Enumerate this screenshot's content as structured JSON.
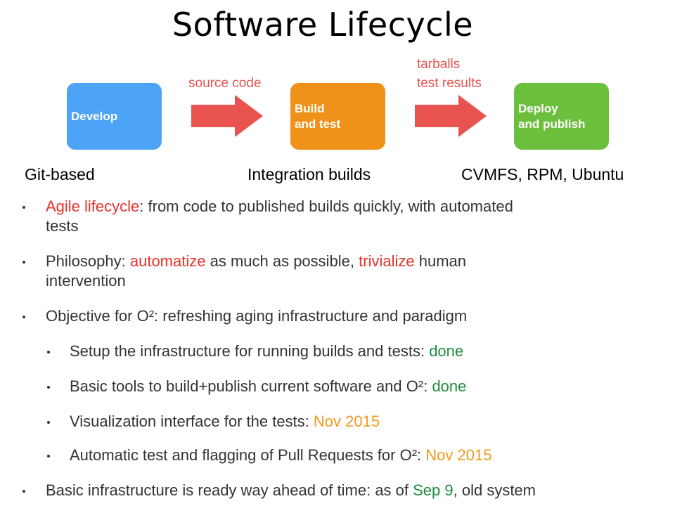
{
  "slide": {
    "title": "Software Lifecycle"
  },
  "pipeline": {
    "develop": {
      "label": "Develop"
    },
    "build": {
      "line1": "Build",
      "line2": "and test"
    },
    "deploy": {
      "line1": "Deploy",
      "line2": "and publish"
    },
    "arrow1_label": "source code",
    "arrow2_label_line1": "tarballs",
    "arrow2_label_line2": "test results",
    "captions": {
      "develop": "Git-based",
      "build": "Integration builds",
      "deploy": "CVMFS, RPM, Ubuntu"
    }
  },
  "bullets": {
    "b1": {
      "highlight": "Agile lifecycle",
      "rest_line1": ": from code to published builds quickly, with automated",
      "line2": "tests"
    },
    "b2": {
      "prefix": "Philosophy: ",
      "h1": "automatize",
      "mid": " as much as possible, ",
      "h2": "trivialize",
      "rest_line1": " human",
      "line2": "intervention"
    },
    "b3": {
      "text": "Objective for O²: refreshing aging infrastructure and paradigm"
    },
    "s1": {
      "text": "Setup the infrastructure for running builds and tests: ",
      "status": "done"
    },
    "s2": {
      "text": "Basic tools to build+publish current software and O²: ",
      "status": "done"
    },
    "s3": {
      "text": "Visualization interface for the tests: ",
      "status": "Nov 2015"
    },
    "s4": {
      "text": "Automatic test and flagging of Pull Requests for O²: ",
      "status": "Nov 2015"
    },
    "b4": {
      "prefix": "Basic infrastructure is ready way ahead of time: as of ",
      "date": "Sep 9",
      "rest": ", old system"
    }
  },
  "colors": {
    "develop": "#4da3f5",
    "build": "#f0911a",
    "deploy": "#6cbf3c",
    "arrow": "#e8534f",
    "highlight_red": "#e8322b",
    "status_done": "#1e8c3e",
    "status_pending": "#f39a1f"
  }
}
